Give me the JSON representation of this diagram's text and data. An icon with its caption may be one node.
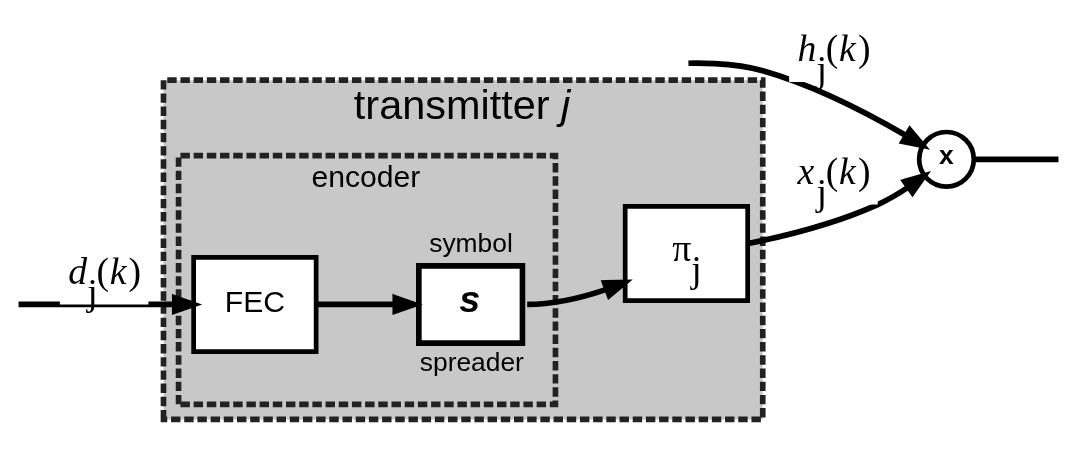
{
  "diagram": {
    "nodes": [
      {
        "text": [
          "transmitter *j*"
        ]
      },
      {
        "text": [
          "encoder"
        ],
        "in": 0
      },
      {
        "text": [
          "FEC"
        ],
        "in": 1
      },
      {
        "text": [
          "s"
        ],
        "in": 1,
        "beside": [
          "symbol",
          "spreader"
        ]
      },
      {
        "text": [
          "π$_{j}$"
        ],
        "in": 0
      },
      {
        "text": [
          "x"
        ]
      }
    ],
    "edges": [
      {
        "from": null,
        "to": 2,
        "arrow": "to",
        "label": "*d*$_{j}$(*k*)"
      },
      {
        "from": 2,
        "to": 3,
        "arrow": "to"
      },
      {
        "from": 3,
        "to": 4,
        "arrow": "to"
      },
      {
        "from": 4,
        "to": 5,
        "arrow": "to",
        "label": "*x*$_{j}$(*k*)"
      },
      {
        "from": null,
        "to": 5,
        "arrow": "to",
        "label": "*h*$_{j}$(*k*)"
      },
      {
        "from": 5,
        "to": null,
        "arrow": "none"
      }
    ]
  }
}
